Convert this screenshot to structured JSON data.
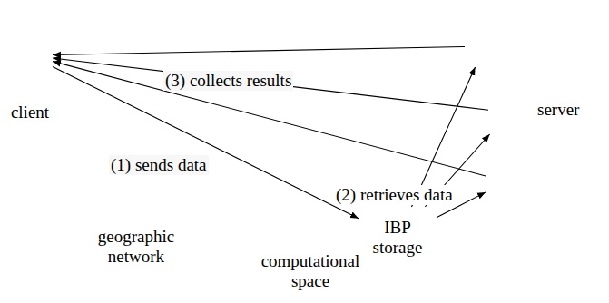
{
  "diagram": {
    "nodes": [
      {
        "text": [
          "client"
        ]
      },
      {
        "text": [
          "geographic network"
        ]
      },
      {
        "text": [
          "computational space"
        ]
      },
      {
        "text": [],
        "in": 2
      },
      {
        "text": [
          "server"
        ],
        "in": 2
      },
      {
        "text": [],
        "in": 2
      },
      {
        "text": [
          "IBP storage"
        ],
        "in": 2
      }
    ],
    "edges": [
      {
        "from": 0,
        "to": 6,
        "arrow": "to",
        "label": "(1) sends data"
      },
      {
        "from": 6,
        "to": 3,
        "arrow": "to",
        "label": "(2) retrieves data"
      },
      {
        "from": 6,
        "to": 4,
        "arrow": "to"
      },
      {
        "from": 6,
        "to": 5,
        "arrow": "to"
      },
      {
        "from": 3,
        "to": 0,
        "arrow": "to",
        "label": "(3) collects results"
      },
      {
        "from": 4,
        "to": 0,
        "arrow": "to"
      },
      {
        "from": 5,
        "to": 0,
        "arrow": "to"
      }
    ]
  }
}
